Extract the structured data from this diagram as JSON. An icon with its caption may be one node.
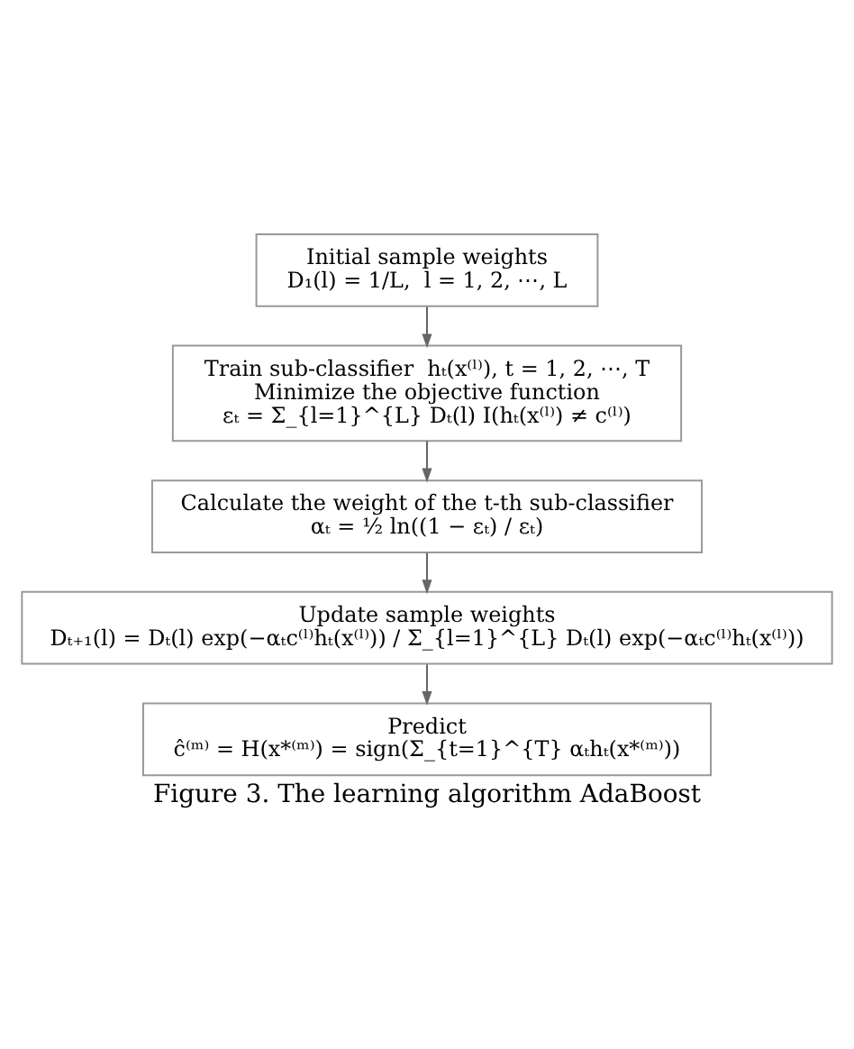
{
  "diagram": {
    "caption": "Figure 3. The learning algorithm AdaBoost",
    "nodes": [
      {
        "text": [
          "Initial sample weights",
          "D₁(l) = 1/L,  l = 1, 2, ⋯, L"
        ]
      },
      {
        "text": [
          "Train sub-classifier  hₜ(x⁽ˡ⁾), t = 1, 2, ⋯, T",
          "Minimize the objective function",
          "εₜ = Σ_{l=1}^{L} Dₜ(l) I(hₜ(x⁽ˡ⁾) ≠ c⁽ˡ⁾)"
        ]
      },
      {
        "text": [
          "Calculate the weight of the t-th sub-classifier",
          "αₜ = ½ ln((1 − εₜ) / εₜ)"
        ]
      },
      {
        "text": [
          "Update sample weights",
          "Dₜ₊₁(l) = Dₜ(l) exp(−αₜc⁽ˡ⁾hₜ(x⁽ˡ⁾)) / Σ_{l=1}^{L} Dₜ(l) exp(−αₜc⁽ˡ⁾hₜ(x⁽ˡ⁾))"
        ]
      },
      {
        "text": [
          "Predict",
          "ĉ⁽ᵐ⁾ = H(x*⁽ᵐ⁾) = sign(Σ_{t=1}^{T} αₜhₜ(x*⁽ᵐ⁾))"
        ]
      }
    ],
    "edges": [
      {
        "from": 0,
        "to": 1,
        "arrow": "to"
      },
      {
        "from": 1,
        "to": 2,
        "arrow": "to"
      },
      {
        "from": 2,
        "to": 3,
        "arrow": "to"
      },
      {
        "from": 3,
        "to": 4,
        "arrow": "to"
      }
    ]
  }
}
